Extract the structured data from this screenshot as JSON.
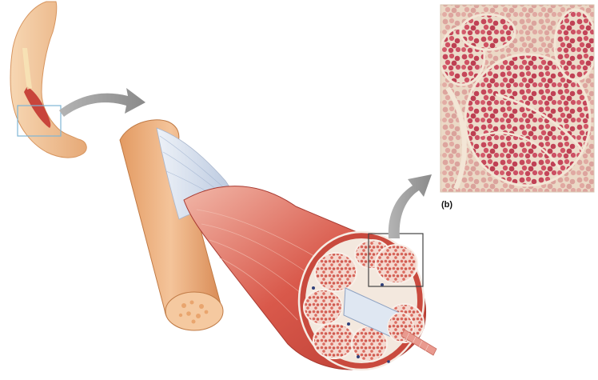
{
  "figure": {
    "panel_label": "(b)",
    "parts": [
      {
        "name": "arm-illustration",
        "description_visible": false
      },
      {
        "name": "bone",
        "description_visible": false
      },
      {
        "name": "muscle",
        "description_visible": false
      },
      {
        "name": "micrograph",
        "description_visible": false
      }
    ],
    "colors": {
      "skin": "#f3c89a",
      "bone": "#e8a571",
      "muscle_red": "#c8453b",
      "tendon_blue": "#b9c8de",
      "arrow_gray": "#9a9a9a",
      "fascicle_pink": "#e9a5a0",
      "micrograph_bg": "#ead7c3"
    }
  }
}
